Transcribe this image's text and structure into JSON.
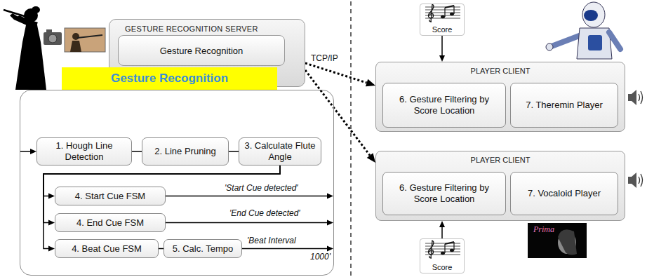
{
  "diagram": {
    "nodes": [
      {
        "text": [
          "GESTURE RECOGNITION SERVER"
        ]
      },
      {
        "text": [
          "Gesture Recognition"
        ],
        "in": 0
      },
      {
        "text": [
          "Gesture Recognition"
        ]
      },
      {
        "text": [
          "1. Hough Line Detection"
        ],
        "in": 2
      },
      {
        "text": [
          "2. Line Pruning"
        ],
        "in": 2
      },
      {
        "text": [
          "3. Calculate Flute Angle"
        ],
        "in": 2
      },
      {
        "text": [
          "4. Start Cue FSM"
        ],
        "in": 2
      },
      {
        "text": [
          "4. End Cue FSM"
        ],
        "in": 2
      },
      {
        "text": [
          "4. Beat Cue FSM"
        ],
        "in": 2
      },
      {
        "text": [
          "5. Calc. Tempo"
        ],
        "in": 2
      },
      {
        "text": [
          "Score"
        ]
      },
      {
        "text": [
          "PLAYER CLIENT"
        ]
      },
      {
        "text": [
          "6. Gesture Filtering by Score Location"
        ],
        "in": 11
      },
      {
        "text": [
          "7. Theremin Player"
        ],
        "in": 11
      },
      {
        "text": [
          "PLAYER CLIENT"
        ]
      },
      {
        "text": [
          "6. Gesture Filtering by Score Location"
        ],
        "in": 14
      },
      {
        "text": [
          "7. Vocaloid Player"
        ],
        "in": 14
      },
      {
        "text": [
          "Score"
        ]
      }
    ],
    "edges": [
      {
        "from": 0,
        "to": 11,
        "label": "TCP/IP",
        "arrow": "to"
      },
      {
        "from": 0,
        "to": 14,
        "arrow": "to"
      },
      {
        "from": 3,
        "to": 4,
        "arrow": "none"
      },
      {
        "from": 4,
        "to": 5,
        "arrow": "none"
      },
      {
        "from": 5,
        "to": 6,
        "arrow": "to"
      },
      {
        "from": 5,
        "to": 7,
        "arrow": "to"
      },
      {
        "from": 5,
        "to": 8,
        "arrow": "to"
      },
      {
        "from": 8,
        "to": 9,
        "arrow": "none"
      },
      {
        "from": 10,
        "to": 11,
        "arrow": "to"
      },
      {
        "from": 17,
        "to": 14,
        "arrow": "to"
      }
    ],
    "labels": [
      "'Start Cue detected'",
      "'End Cue detected'",
      "'Beat Interval",
      "1000'",
      "Prima"
    ]
  }
}
